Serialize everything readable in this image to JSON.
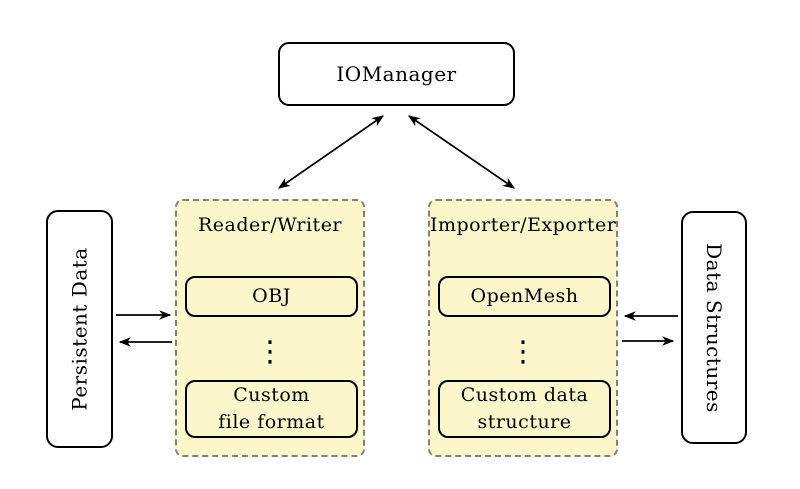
{
  "io_manager": {
    "label": "IOManager"
  },
  "reader_writer": {
    "title": "Reader/Writer",
    "ellipsis": "⋮",
    "items": [
      {
        "lines": [
          "OBJ"
        ]
      },
      {
        "lines": [
          "Custom",
          "file format"
        ]
      }
    ]
  },
  "importer_exporter": {
    "title": "Importer/Exporter",
    "ellipsis": "⋮",
    "items": [
      {
        "lines": [
          "OpenMesh"
        ]
      },
      {
        "lines": [
          "Custom data",
          "structure"
        ]
      }
    ]
  },
  "persistent_data": {
    "label": "Persistent Data"
  },
  "data_structures": {
    "label": "Data Structures"
  },
  "colors": {
    "group_fill": "#fbf7cb",
    "group_border": "#808080",
    "box_border": "#000000",
    "arrow": "#000000",
    "text": "#000000",
    "bg": "#ffffff"
  }
}
